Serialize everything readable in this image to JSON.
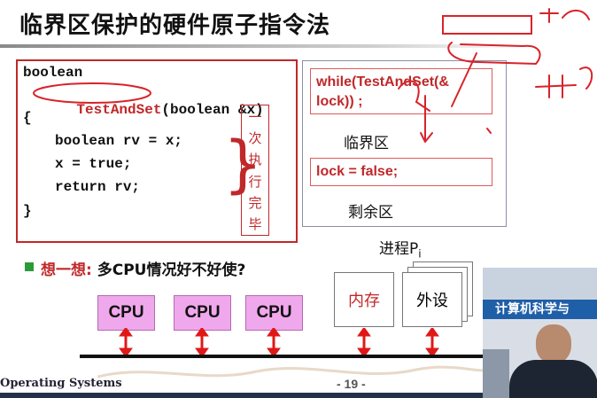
{
  "title": "临界区保护的硬件原子指令法",
  "code": {
    "line1": "boolean",
    "func_name": "TestAndSet",
    "func_params": "(boolean &x)",
    "open_brace": "{",
    "line_rv": "boolean rv = x;",
    "line_x": "x = true;",
    "line_ret": "return rv;",
    "close_brace": "}"
  },
  "atomic_note": [
    "一",
    "次",
    "执",
    "行",
    "完",
    "毕"
  ],
  "process": {
    "while_line1": "while(TestAndSet(&",
    "while_line2": "lock)) ;",
    "critical": "临界区",
    "release": "lock = false;",
    "remainder": "剩余区",
    "label_prefix": "进程P",
    "label_sub": "i"
  },
  "think": {
    "lead": "想一想:",
    "question": "多CPU情况好不好使?"
  },
  "cpus": [
    "CPU",
    "CPU",
    "CPU"
  ],
  "devices": {
    "memory": "内存",
    "peripheral": "外设"
  },
  "footer": {
    "course": "Operating Systems",
    "page": "- 19 -"
  },
  "video": {
    "banner": "计算机科学与"
  },
  "colors": {
    "accent_red": "#c0282a",
    "cpu_fill": "#f0a8ec",
    "bullet_green": "#2b9a3a",
    "ink_red": "#d8232a"
  }
}
